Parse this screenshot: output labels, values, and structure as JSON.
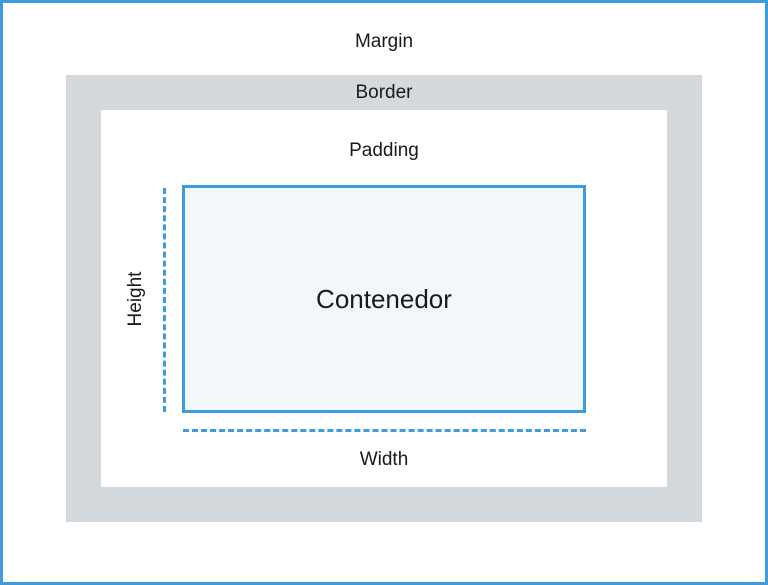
{
  "labels": {
    "margin": "Margin",
    "border": "Border",
    "padding": "Padding",
    "content": "Contenedor",
    "width": "Width",
    "height": "Height"
  },
  "colors": {
    "accent": "#3d9be0",
    "border_fill": "#d4d9de",
    "content_fill": "#f3f7fa",
    "text": "#1a1a1a"
  }
}
